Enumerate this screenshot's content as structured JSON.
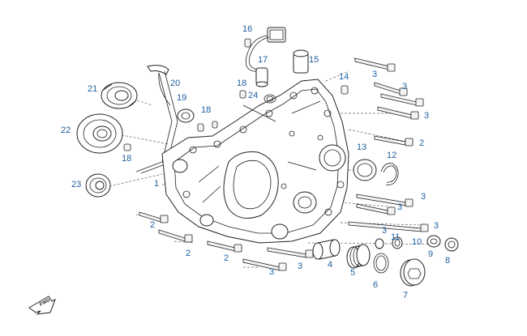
{
  "callouts": {
    "c1": "1",
    "c2a": "2",
    "c2b": "2",
    "c2c": "2",
    "c2d": "2",
    "c3a": "3",
    "c3b": "3",
    "c3c": "3",
    "c3d": "3",
    "c3e": "3",
    "c3f": "3",
    "c3g": "3",
    "c3h": "3",
    "c3i": "3",
    "c4": "4",
    "c5": "5",
    "c6": "6",
    "c7": "7",
    "c8": "8",
    "c9": "9",
    "c10": "10",
    "c11": "11",
    "c12": "12",
    "c13": "13",
    "c14": "14",
    "c15": "15",
    "c16": "16",
    "c17": "17",
    "c18a": "18",
    "c18b": "18",
    "c18c": "18",
    "c19": "19",
    "c20": "20",
    "c21": "21",
    "c22": "22",
    "c23": "23",
    "c24": "24"
  },
  "direction_badge": "FWD"
}
